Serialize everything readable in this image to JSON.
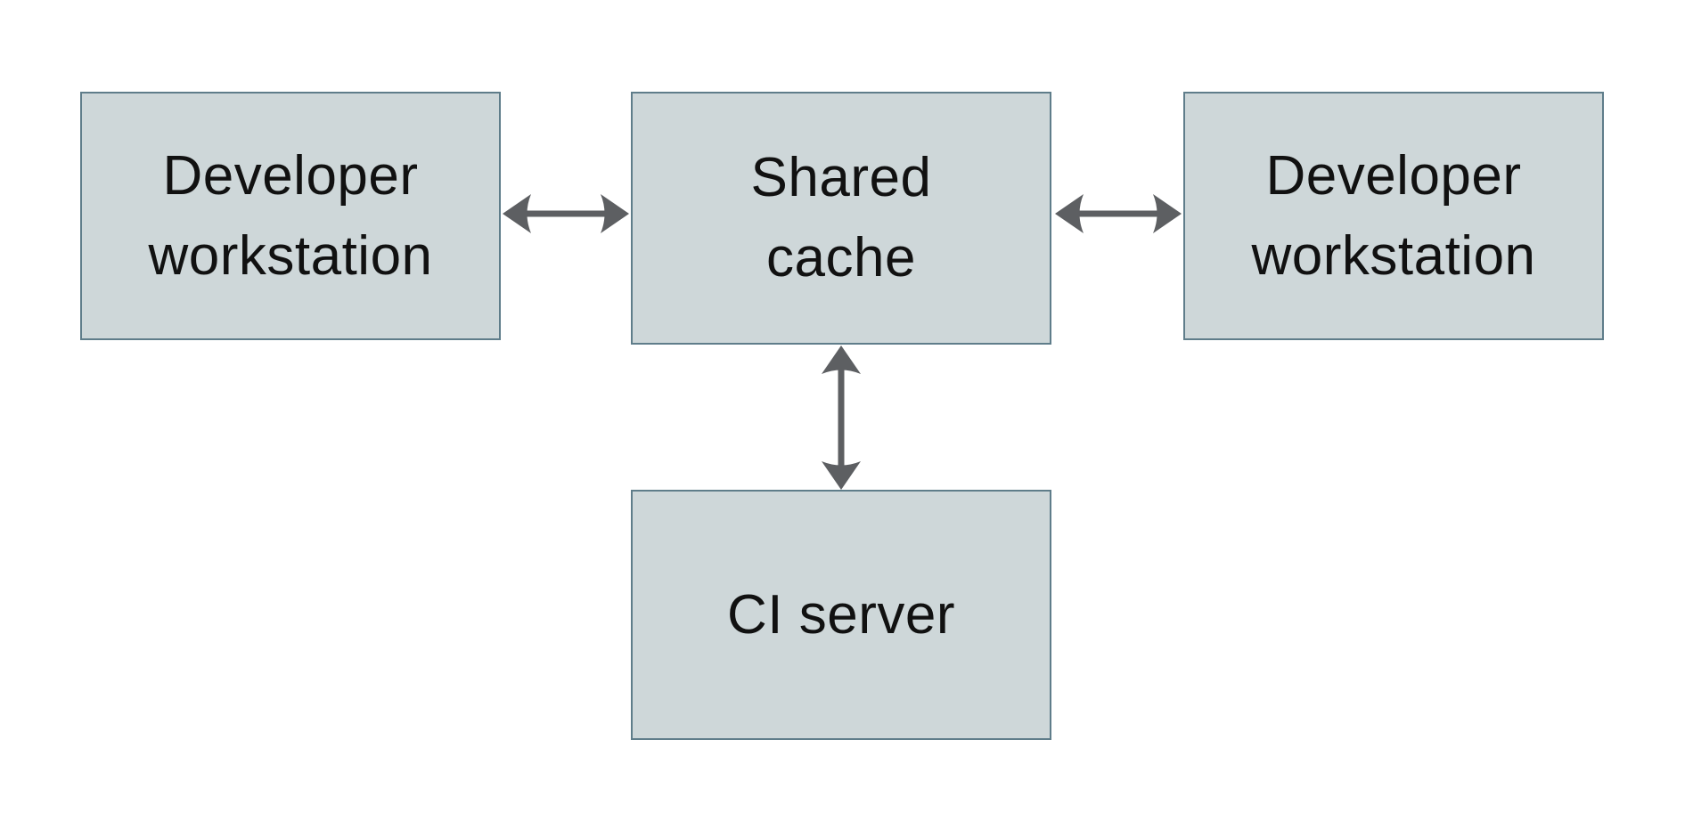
{
  "diagram": {
    "colors": {
      "background": "#ffffff",
      "box_fill": "#ced7d9",
      "box_border": "#5f7d8a",
      "arrow": "#5d5f62",
      "text": "#111111"
    },
    "nodes": [
      {
        "id": "developer-workstation-left",
        "label": "Developer workstation",
        "lines": [
          "Developer",
          "workstation"
        ]
      },
      {
        "id": "shared-cache",
        "label": "Shared cache",
        "lines": [
          "Shared",
          "cache"
        ]
      },
      {
        "id": "developer-workstation-right",
        "label": "Developer workstation",
        "lines": [
          "Developer",
          "workstation"
        ]
      },
      {
        "id": "ci-server",
        "label": "CI server",
        "lines": [
          "CI server"
        ]
      }
    ],
    "edges": [
      {
        "from": "developer-workstation-left",
        "to": "shared-cache",
        "direction": "bidirectional",
        "orientation": "horizontal"
      },
      {
        "from": "shared-cache",
        "to": "developer-workstation-right",
        "direction": "bidirectional",
        "orientation": "horizontal"
      },
      {
        "from": "shared-cache",
        "to": "ci-server",
        "direction": "bidirectional",
        "orientation": "vertical"
      }
    ]
  }
}
